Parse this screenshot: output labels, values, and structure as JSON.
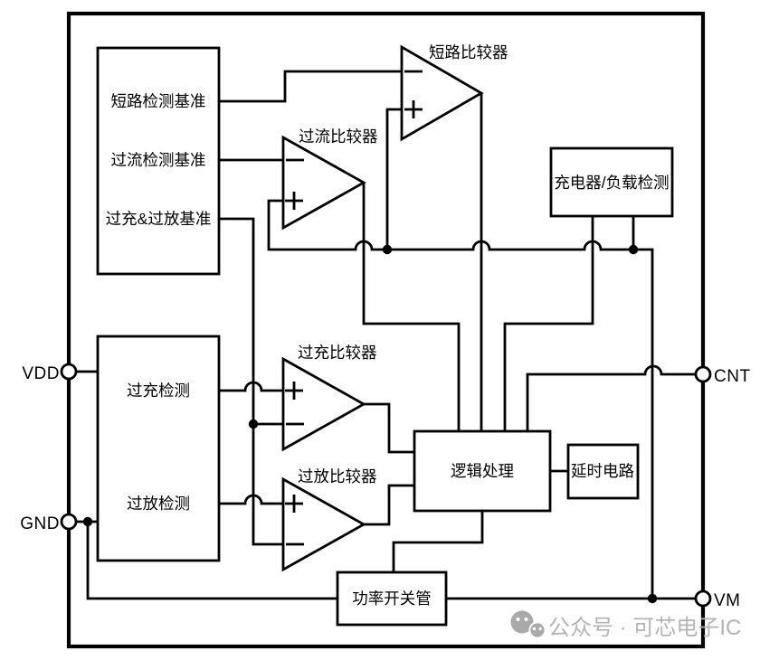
{
  "colors": {
    "line": "#000000",
    "background": "#ffffff",
    "watermark_gray": "#b4b4b4"
  },
  "ic": {
    "pins": {
      "vdd": "VDD",
      "gnd": "GND",
      "cnt": "CNT",
      "vm": "VM"
    },
    "blocks": {
      "reference": {
        "lines": [
          "短路检测基准",
          "过流检测基准",
          "过充&过放基准"
        ]
      },
      "detection": {
        "lines": [
          "过充检测",
          "过放检测"
        ]
      },
      "charger_load": {
        "label": "充电器/负载检测"
      },
      "logic": {
        "label": "逻辑处理"
      },
      "delay": {
        "label": "延时电路"
      },
      "power_switch": {
        "label": "功率开关管"
      }
    },
    "comparators": {
      "short_circuit": {
        "label": "短路比较器"
      },
      "overcurrent": {
        "label": "过流比较器"
      },
      "overcharge": {
        "label": "过充比较器"
      },
      "overdischarge": {
        "label": "过放比较器"
      }
    }
  },
  "watermark": {
    "text": "公众号 · 可芯电子IC"
  }
}
